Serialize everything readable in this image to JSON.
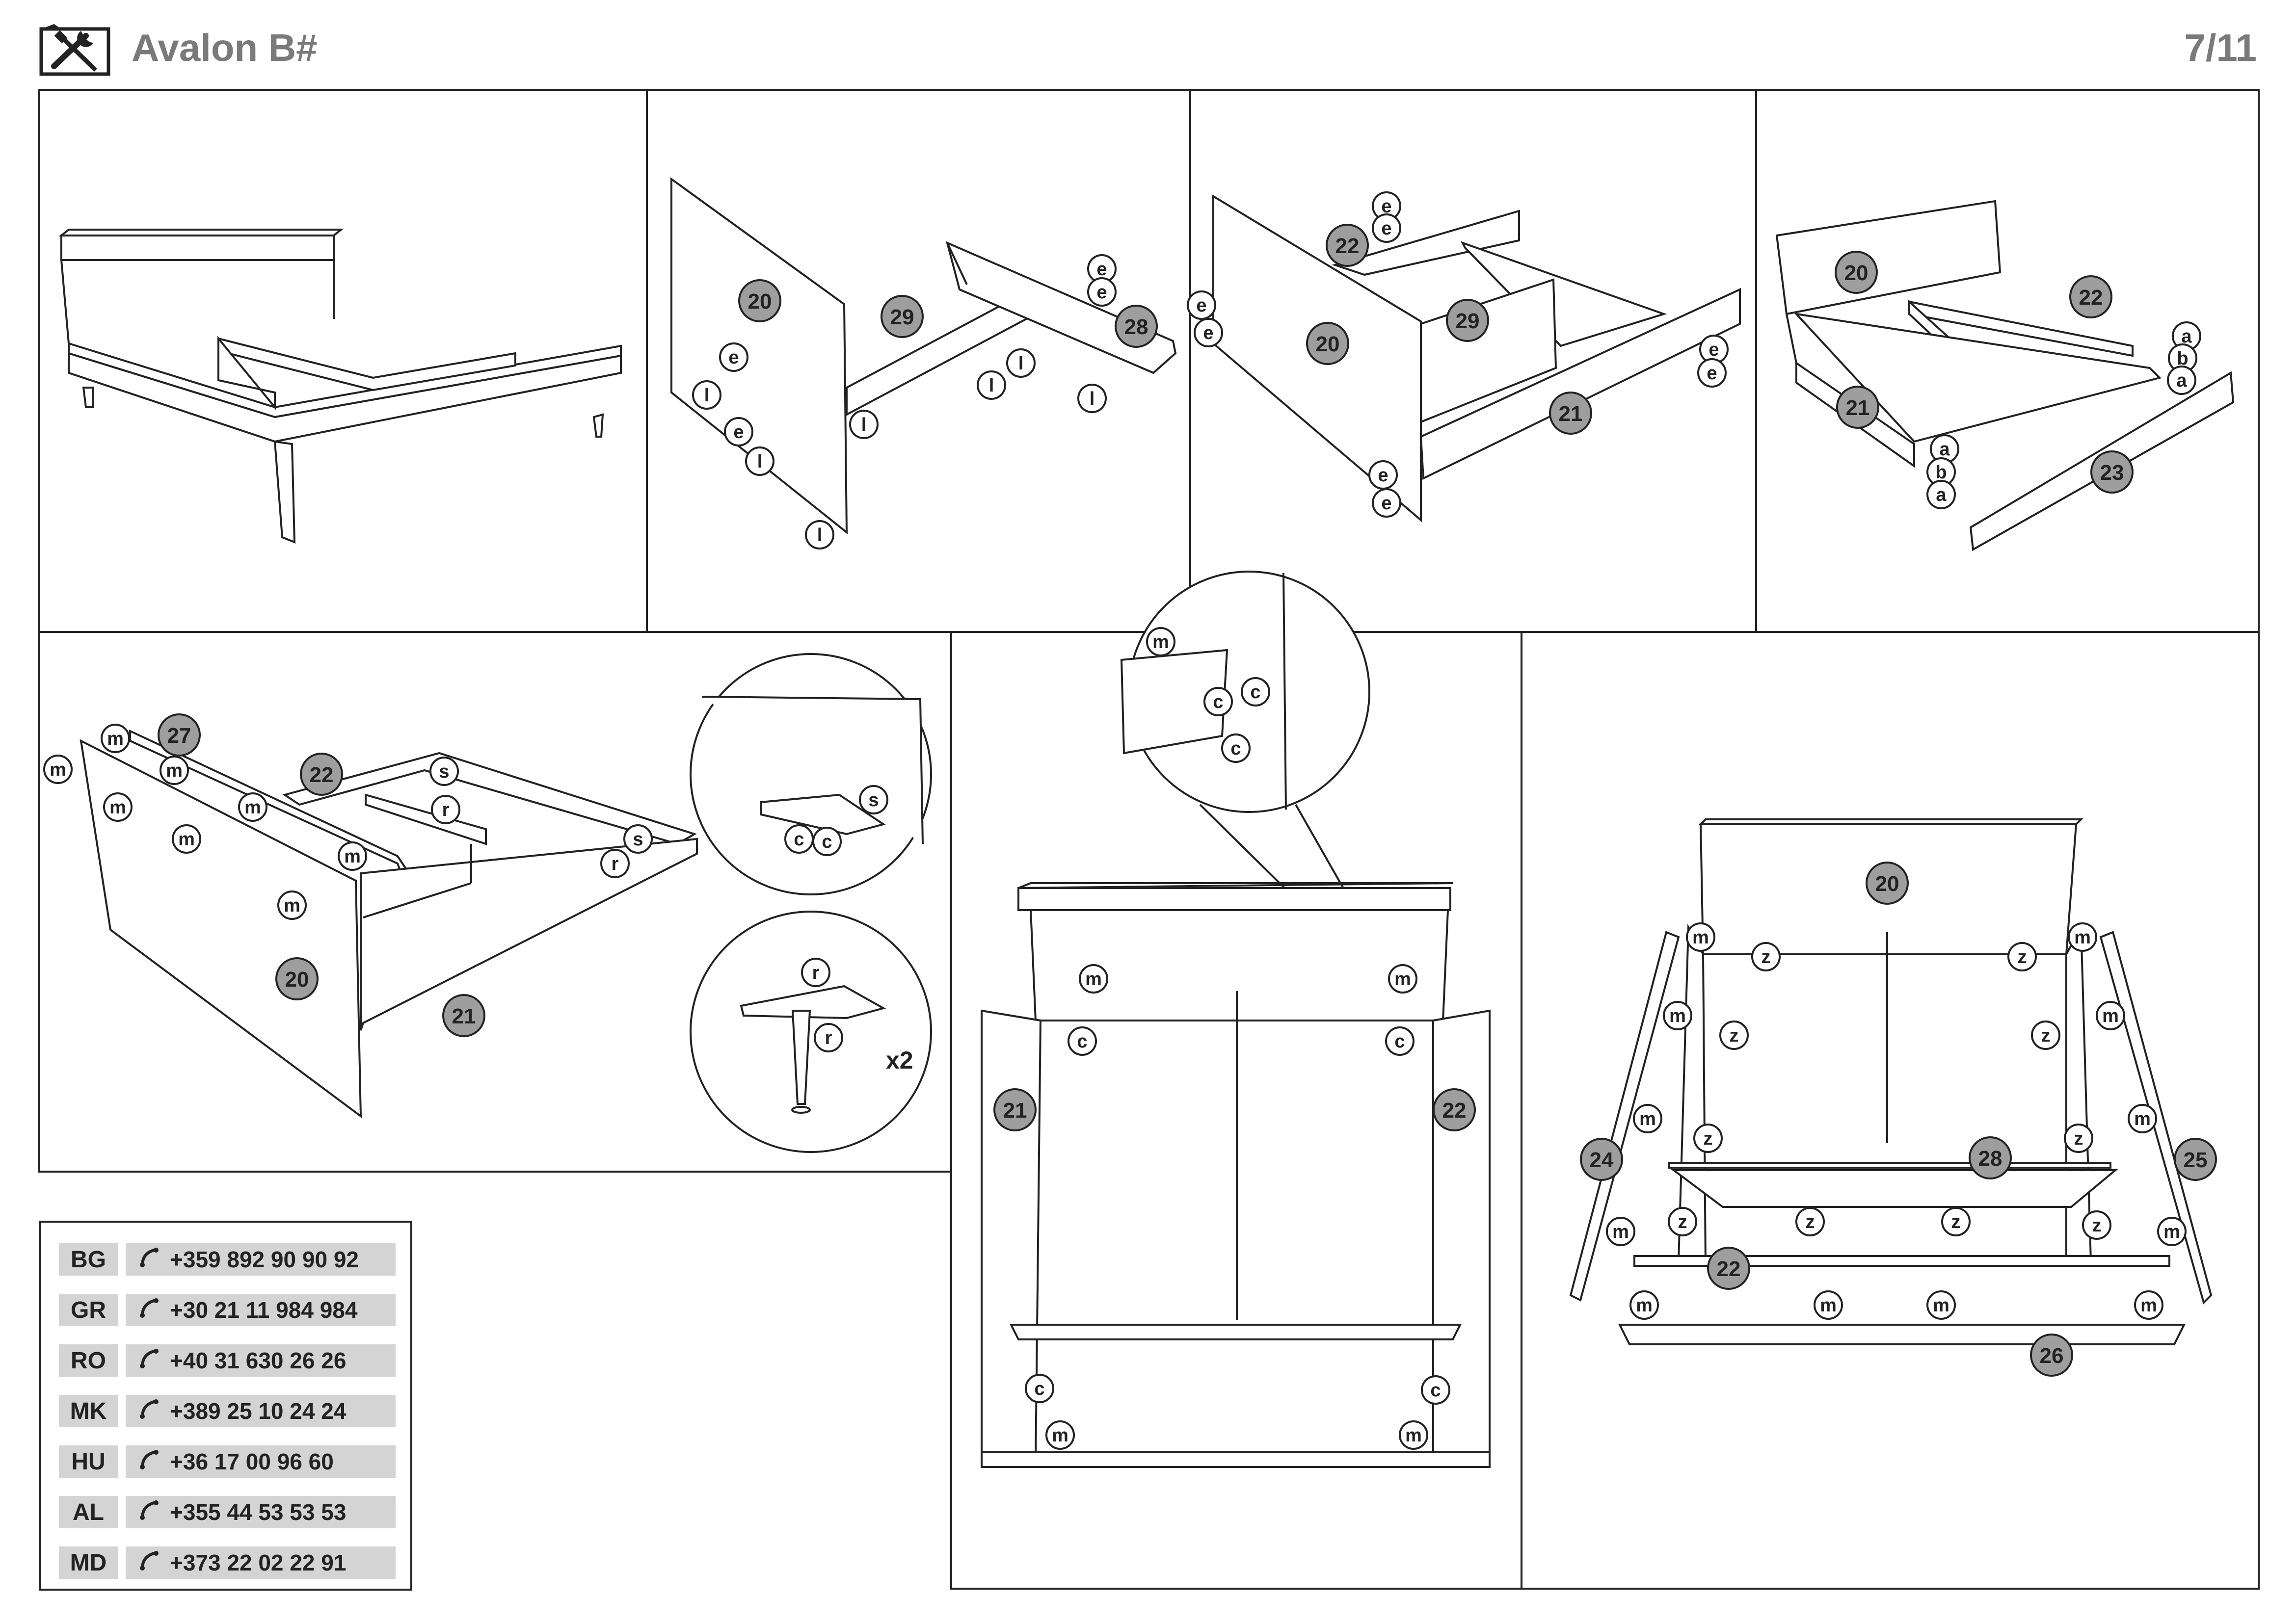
{
  "header": {
    "title": "Avalon B#",
    "page": "7/11"
  },
  "contacts": [
    {
      "code": "BG",
      "phone": "+359 892 90 90 92"
    },
    {
      "code": "GR",
      "phone": "+30 21 11 984 984"
    },
    {
      "code": "RO",
      "phone": "+40 31 630 26 26"
    },
    {
      "code": "MK",
      "phone": "+389 25 10 24 24"
    },
    {
      "code": "HU",
      "phone": "+36 17 00 96 60"
    },
    {
      "code": "AL",
      "phone": "+355 44 53 53 53"
    },
    {
      "code": "MD",
      "phone": "+373 22 02 22 91"
    }
  ],
  "parts": {
    "p20": "20",
    "p21": "21",
    "p22": "22",
    "p23": "23",
    "p24": "24",
    "p25": "25",
    "p26": "26",
    "p27": "27",
    "p28": "28",
    "p29": "29"
  },
  "hardware": {
    "a": "a",
    "b": "b",
    "c": "c",
    "e": "e",
    "l": "l",
    "m": "m",
    "m1": "m",
    "r": "r",
    "s": "s",
    "z": "z"
  },
  "labels": {
    "x2": "x2"
  },
  "colors": {
    "part_fill": "#9e9e9e",
    "text_grey": "#7a7a7a",
    "table_bg": "#d4d4d4"
  }
}
